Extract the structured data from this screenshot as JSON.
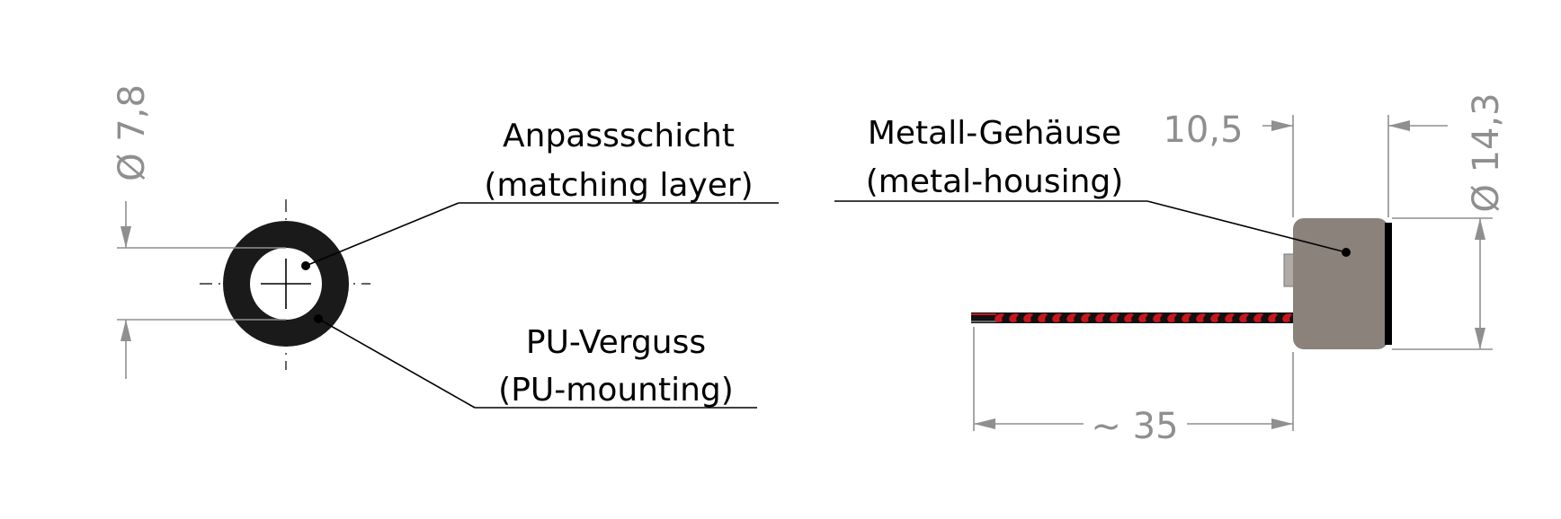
{
  "labels": {
    "matching_de": "Anpassschicht",
    "matching_en": "(matching layer)",
    "potting_de": "PU-Verguss",
    "potting_en": "(PU-mounting)",
    "housing_de": "Metall-Gehäuse",
    "housing_en": "(metal-housing)"
  },
  "dimensions": {
    "inner_diameter": "Ø 7,8",
    "length": "10,5",
    "outer_diameter": "Ø 14,3",
    "cable_length": "~ 35"
  },
  "colors": {
    "dimension": "#8f8f8f",
    "housing": "#8a827b",
    "potting": "#1a1a1a",
    "wire_red": "#c8161d",
    "wire_black": "#111111"
  }
}
